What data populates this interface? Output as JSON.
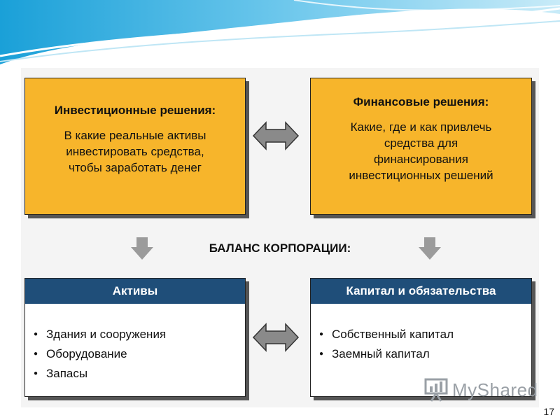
{
  "invest_box": {
    "title": "Инвестиционные решения:",
    "lines": [
      "В какие реальные активы",
      "инвестировать средства,",
      "чтобы заработать денег"
    ]
  },
  "finance_box": {
    "title": "Финансовые решения:",
    "lines": [
      "Какие, где и как привлечь",
      "средства для",
      "финансирования",
      "инвестиционных решений"
    ]
  },
  "balance_label": "БАЛАНС КОРПОРАЦИИ:",
  "assets_box": {
    "header": "Активы",
    "items": [
      "Здания и сооружения",
      "Оборудование",
      "Запасы"
    ]
  },
  "liabilities_box": {
    "header": "Капитал и обязательства",
    "items": [
      "Собственный капитал",
      "Заемный капитал"
    ]
  },
  "logo_text": "MyShared",
  "page_number": "17",
  "colors": {
    "accent_yellow": "#f7b52b",
    "header_blue": "#1f4e79",
    "arrow_gray": "#8a8a8a"
  }
}
